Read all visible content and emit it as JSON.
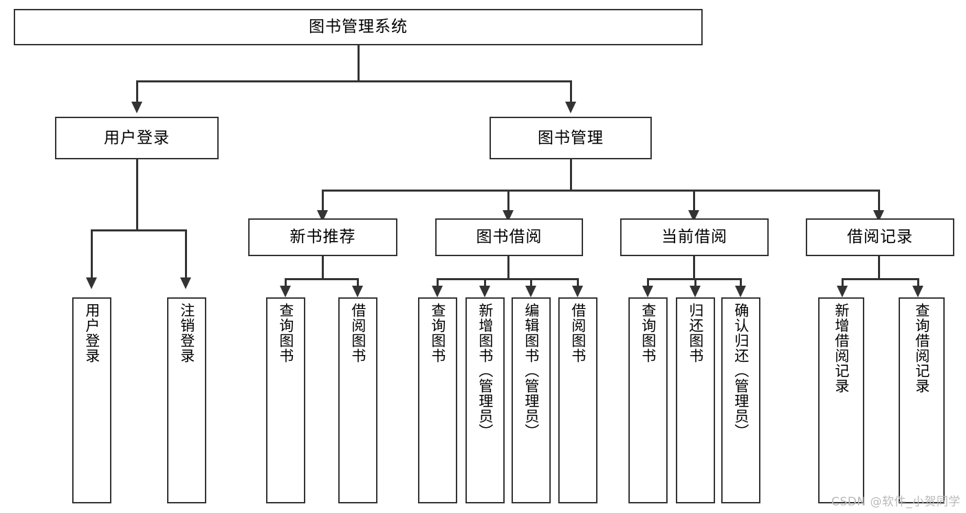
{
  "diagram": {
    "type": "tree-hierarchy",
    "title": "图书管理系统",
    "watermark": "CSDN @软件_小贺同学",
    "colors": {
      "stroke": "#333333",
      "fill": "#ffffff",
      "text": "#000000",
      "watermark": "#b9b9b9"
    },
    "root": {
      "label": "图书管理系统"
    },
    "level2": [
      {
        "label": "用户登录"
      },
      {
        "label": "图书管理"
      }
    ],
    "level3": [
      {
        "label": "新书推荐"
      },
      {
        "label": "图书借阅"
      },
      {
        "label": "当前借阅"
      },
      {
        "label": "借阅记录"
      }
    ],
    "leaves": {
      "user_login": [
        {
          "label": "用户登录"
        },
        {
          "label": "注销登录"
        }
      ],
      "new_book_recommend": [
        {
          "label": "查询图书"
        },
        {
          "label": "借阅图书"
        }
      ],
      "book_borrow": [
        {
          "label": "查询图书"
        },
        {
          "label": "新增图书（管理员）"
        },
        {
          "label": "编辑图书（管理员）"
        },
        {
          "label": "借阅图书"
        }
      ],
      "current_borrow": [
        {
          "label": "查询图书"
        },
        {
          "label": "归还图书"
        },
        {
          "label": "确认归还（管理员）"
        }
      ],
      "borrow_record": [
        {
          "label": "新增借阅记录"
        },
        {
          "label": "查询借阅记录"
        }
      ]
    }
  }
}
